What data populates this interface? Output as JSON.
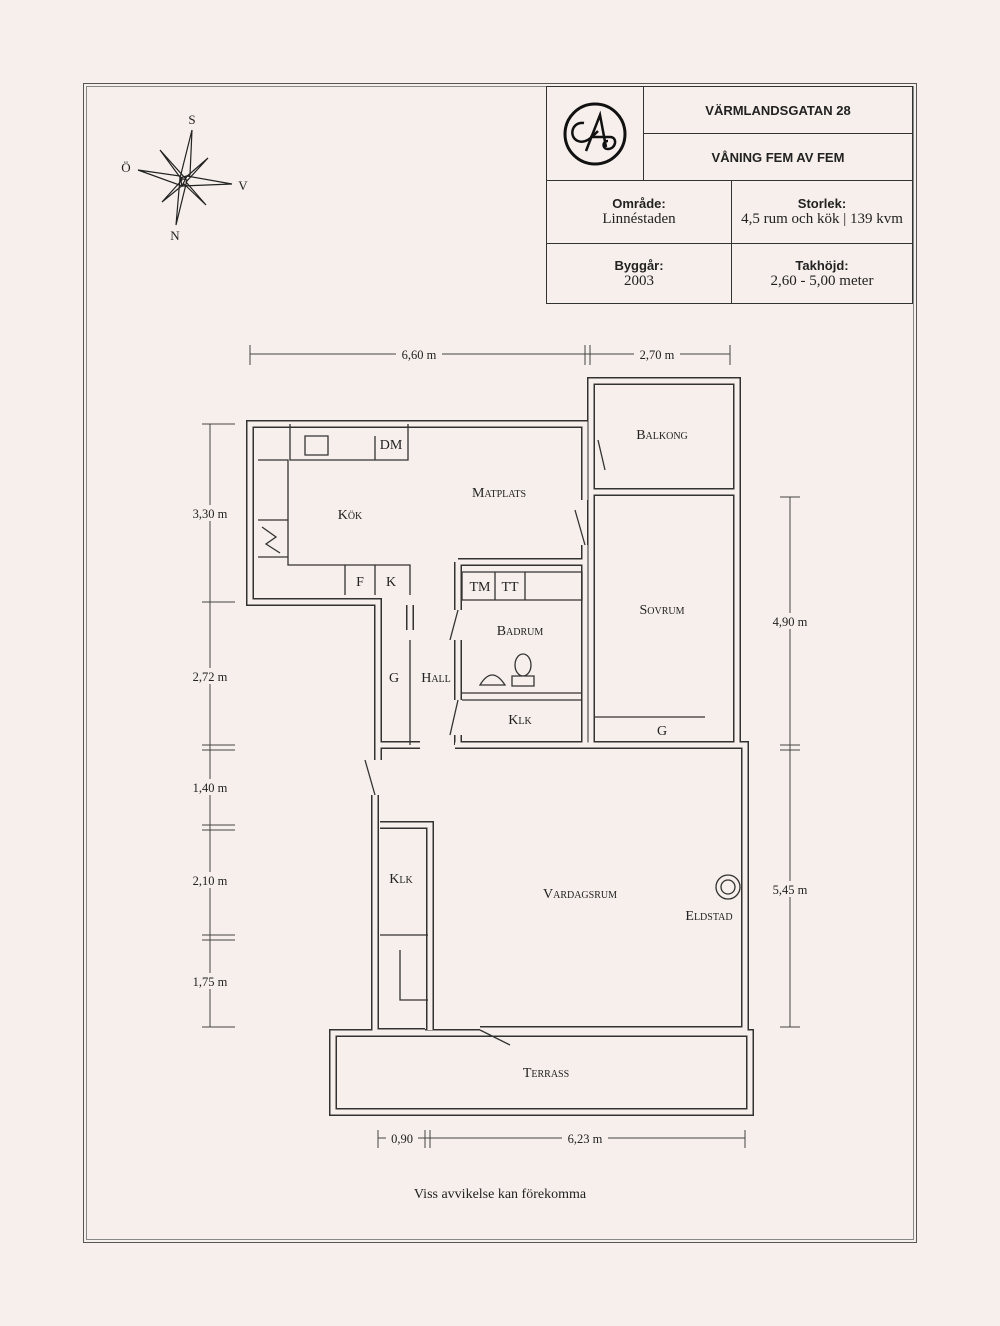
{
  "header": {
    "address": "VÄRMLANDSGATAN 28",
    "floor": "VÅNING FEM AV FEM",
    "logo_text": "CA",
    "area_label": "Område:",
    "area_value": "Linnéstaden",
    "size_label": "Storlek:",
    "size_value": "4,5 rum och kök | 139 kvm",
    "built_label": "Byggår:",
    "built_value": "2003",
    "ceiling_label": "Takhöjd:",
    "ceiling_value": "2,60 - 5,00 meter"
  },
  "compass": {
    "s": "S",
    "o": "Ö",
    "v": "V",
    "n": "N"
  },
  "rooms": {
    "kok": "Kök",
    "matplats": "Matplats",
    "balkong": "Balkong",
    "sovrum": "Sovrum",
    "badrum": "Badrum",
    "hall": "Hall",
    "klk1": "Klk",
    "klk2": "Klk",
    "vardagsrum": "Vardagsrum",
    "eldstad": "Eldstad",
    "terrass": "Terrass",
    "dm": "DM",
    "f": "F",
    "k": "K",
    "tm": "TM",
    "tt": "TT",
    "g1": "G",
    "g2": "G"
  },
  "dimensions": {
    "top_left": "6,60 m",
    "top_right": "2,70 m",
    "left_1": "3,30 m",
    "left_2": "2,72 m",
    "left_3": "1,40 m",
    "left_4": "2,10 m",
    "left_5": "1,75 m",
    "right_1": "4,90 m",
    "right_2": "5,45 m",
    "bottom_1": "0,90",
    "bottom_2": "6,23 m"
  },
  "footer": {
    "note": "Viss avvikelse kan förekomma"
  }
}
